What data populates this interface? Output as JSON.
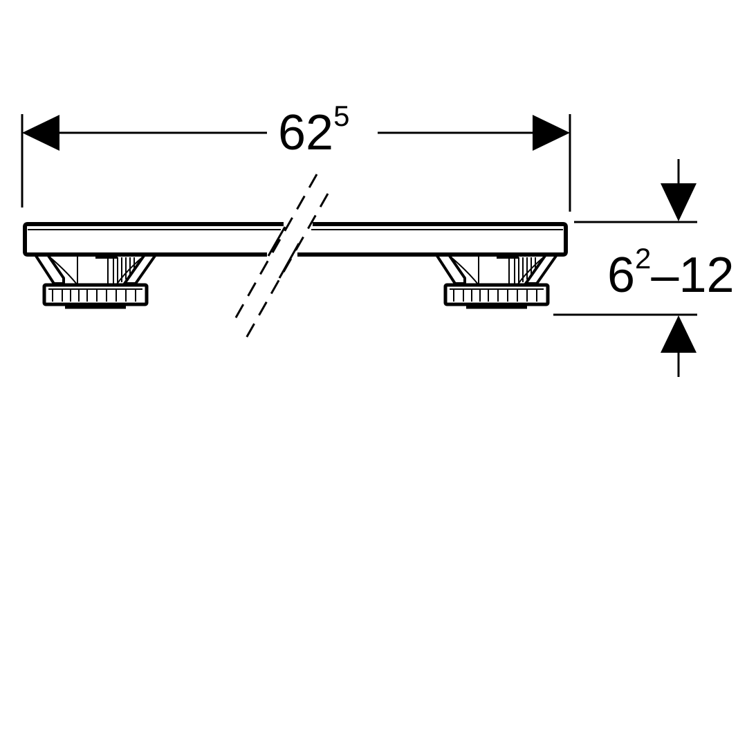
{
  "drawing": {
    "line_color": "#000000",
    "background": "#ffffff",
    "width_dimension": {
      "base": "62",
      "superscript": "5"
    },
    "height_dimension": {
      "base": "6",
      "superscript": "2",
      "rest": "–12"
    }
  }
}
